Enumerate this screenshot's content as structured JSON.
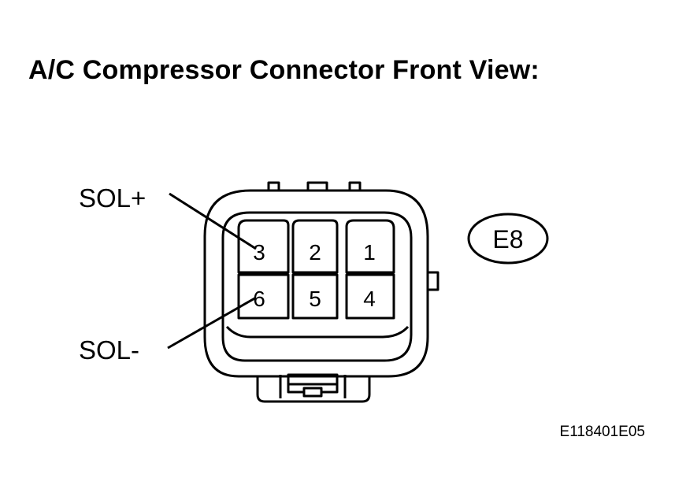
{
  "title": "A/C Compressor Connector Front View:",
  "connector": {
    "code": "E8",
    "pins_top_row": [
      "3",
      "2",
      "1"
    ],
    "pins_bottom_row": [
      "6",
      "5",
      "4"
    ]
  },
  "labels": {
    "sol_plus": "SOL+",
    "sol_minus": "SOL-"
  },
  "reference_code": "E118401E05"
}
